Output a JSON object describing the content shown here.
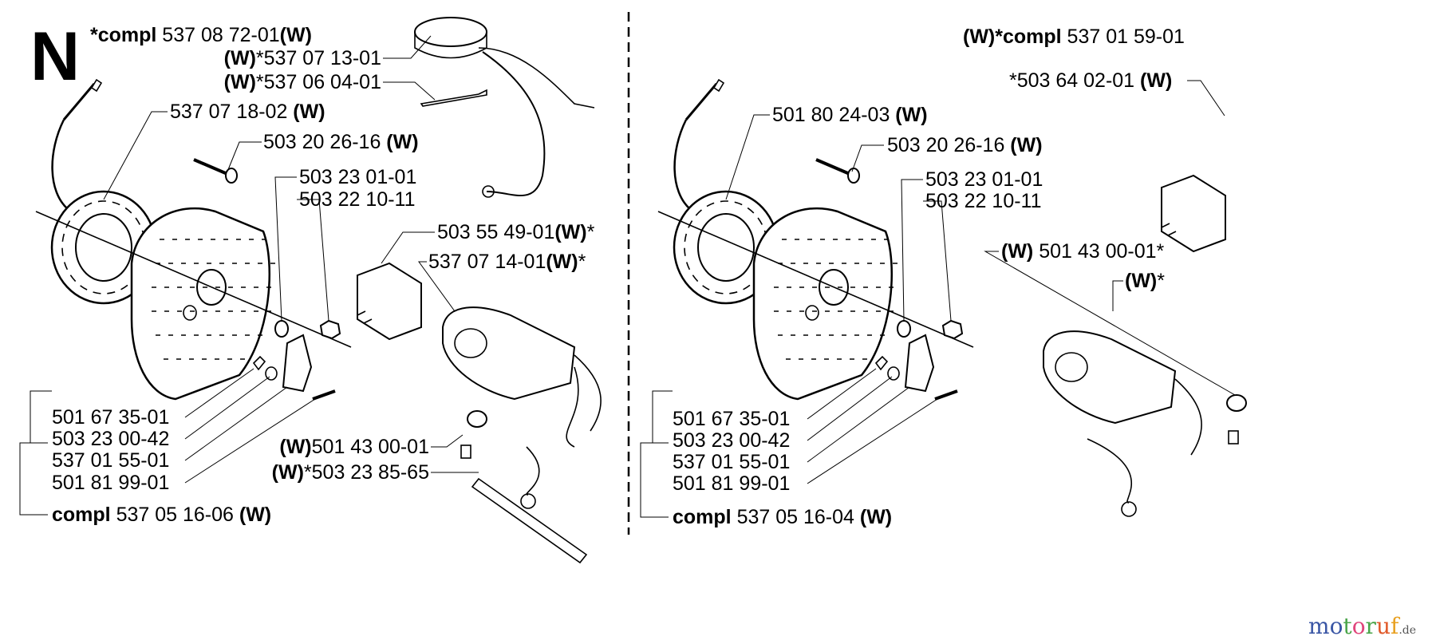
{
  "section_letter": "N",
  "watermark": {
    "text": "motoruf",
    "tld": ".de",
    "letter_colors": [
      "#3a56a5",
      "#3a56a5",
      "#4aa54a",
      "#e0457b",
      "#4aa54a",
      "#e05a2b",
      "#e8a020",
      "#e8c020"
    ]
  },
  "left_assembly": {
    "labels": [
      {
        "id": "l-compl-top",
        "parts": [
          {
            "t": "*compl",
            "b": true
          },
          {
            "t": " 537 08 72-01",
            "b": false
          },
          {
            "t": "(W)",
            "b": true
          }
        ]
      },
      {
        "id": "l-537071301",
        "parts": [
          {
            "t": "(W)",
            "b": true
          },
          {
            "t": "*537 07 13-01",
            "b": false
          }
        ]
      },
      {
        "id": "l-537060401",
        "parts": [
          {
            "t": "(W)",
            "b": true
          },
          {
            "t": "*537 06 04-01",
            "b": false
          }
        ]
      },
      {
        "id": "l-537071802",
        "parts": [
          {
            "t": "537 07 18-02 ",
            "b": false
          },
          {
            "t": "(W)",
            "b": true
          }
        ]
      },
      {
        "id": "l-503202616",
        "parts": [
          {
            "t": "503 20 26-16 ",
            "b": false
          },
          {
            "t": "(W)",
            "b": true
          }
        ]
      },
      {
        "id": "l-503230101",
        "parts": [
          {
            "t": "503 23 01-01",
            "b": false
          }
        ]
      },
      {
        "id": "l-503221011",
        "parts": [
          {
            "t": "503 22 10-11",
            "b": false
          }
        ]
      },
      {
        "id": "l-503554901",
        "parts": [
          {
            "t": "503 55 49-01",
            "b": false
          },
          {
            "t": "(W)",
            "b": true
          },
          {
            "t": "*",
            "b": false
          }
        ]
      },
      {
        "id": "l-537071401",
        "parts": [
          {
            "t": "537 07 14-01",
            "b": false
          },
          {
            "t": "(W)",
            "b": true
          },
          {
            "t": "*",
            "b": false
          }
        ]
      },
      {
        "id": "l-501673501",
        "parts": [
          {
            "t": "501 67 35-01",
            "b": false
          }
        ]
      },
      {
        "id": "l-503230042",
        "parts": [
          {
            "t": "503 23 00-42",
            "b": false
          }
        ]
      },
      {
        "id": "l-537015501",
        "parts": [
          {
            "t": "537 01 55-01",
            "b": false
          }
        ]
      },
      {
        "id": "l-501819901",
        "parts": [
          {
            "t": "501 81 99-01",
            "b": false
          }
        ]
      },
      {
        "id": "l-compl-bottom",
        "parts": [
          {
            "t": "compl",
            "b": true
          },
          {
            "t": " 537 05 16-06 ",
            "b": false
          },
          {
            "t": "(W)",
            "b": true
          }
        ]
      },
      {
        "id": "l-501430001",
        "parts": [
          {
            "t": "(W)",
            "b": true
          },
          {
            "t": "501 43 00-01",
            "b": false
          }
        ]
      },
      {
        "id": "l-503238565",
        "parts": [
          {
            "t": "(W)",
            "b": true
          },
          {
            "t": "*503 23 85-65",
            "b": false
          }
        ]
      }
    ]
  },
  "right_assembly": {
    "labels": [
      {
        "id": "r-compl-top",
        "parts": [
          {
            "t": "(W)",
            "b": true
          },
          {
            "t": "*compl",
            "b": true
          },
          {
            "t": " 537 01 59-01",
            "b": false
          }
        ]
      },
      {
        "id": "r-503640201",
        "parts": [
          {
            "t": "*503 64 02-01 ",
            "b": false
          },
          {
            "t": "(W)",
            "b": true
          }
        ]
      },
      {
        "id": "r-501802403",
        "parts": [
          {
            "t": "501 80 24-03 ",
            "b": false
          },
          {
            "t": "(W)",
            "b": true
          }
        ]
      },
      {
        "id": "r-503202616",
        "parts": [
          {
            "t": "503 20 26-16 ",
            "b": false
          },
          {
            "t": "(W)",
            "b": true
          }
        ]
      },
      {
        "id": "r-503230101",
        "parts": [
          {
            "t": "503 23 01-01",
            "b": false
          }
        ]
      },
      {
        "id": "r-503221011",
        "parts": [
          {
            "t": "503 22 10-11",
            "b": false
          }
        ]
      },
      {
        "id": "r-501430001",
        "parts": [
          {
            "t": "(W)",
            "b": true
          },
          {
            "t": " 501 43 00-01*",
            "b": false
          }
        ]
      },
      {
        "id": "r-w-star",
        "parts": [
          {
            "t": "(W)",
            "b": true
          },
          {
            "t": "*",
            "b": false
          }
        ]
      },
      {
        "id": "r-501673501",
        "parts": [
          {
            "t": "501 67 35-01",
            "b": false
          }
        ]
      },
      {
        "id": "r-503230042",
        "parts": [
          {
            "t": "503 23 00-42",
            "b": false
          }
        ]
      },
      {
        "id": "r-537015501",
        "parts": [
          {
            "t": "537 01 55-01",
            "b": false
          }
        ]
      },
      {
        "id": "r-501819901",
        "parts": [
          {
            "t": "501 81 99-01",
            "b": false
          }
        ]
      },
      {
        "id": "r-compl-bottom",
        "parts": [
          {
            "t": "compl",
            "b": true
          },
          {
            "t": " 537 05 16-04 ",
            "b": false
          },
          {
            "t": "(W)",
            "b": true
          }
        ]
      }
    ]
  }
}
